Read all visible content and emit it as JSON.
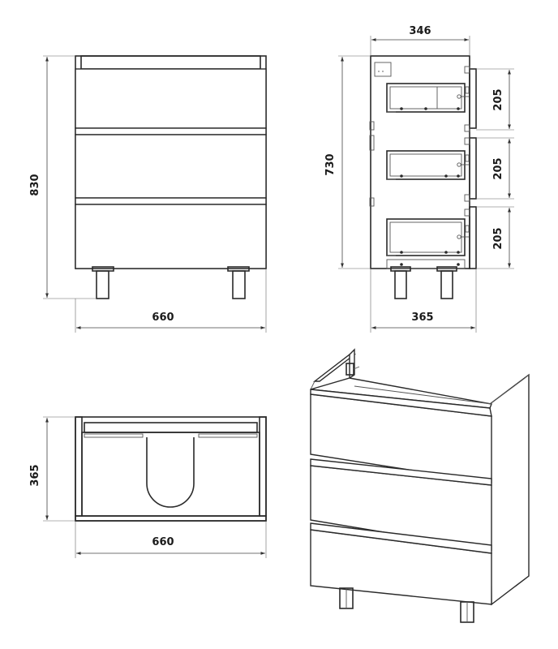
{
  "views": {
    "front": {
      "height_label": "830",
      "width_label": "660"
    },
    "side": {
      "depth_label": "346",
      "height_label": "730",
      "bottom_depth_label": "365",
      "drawer_labels": [
        "205",
        "205",
        "205"
      ]
    },
    "top": {
      "depth_label": "365",
      "width_label": "660"
    },
    "isometric": {}
  }
}
